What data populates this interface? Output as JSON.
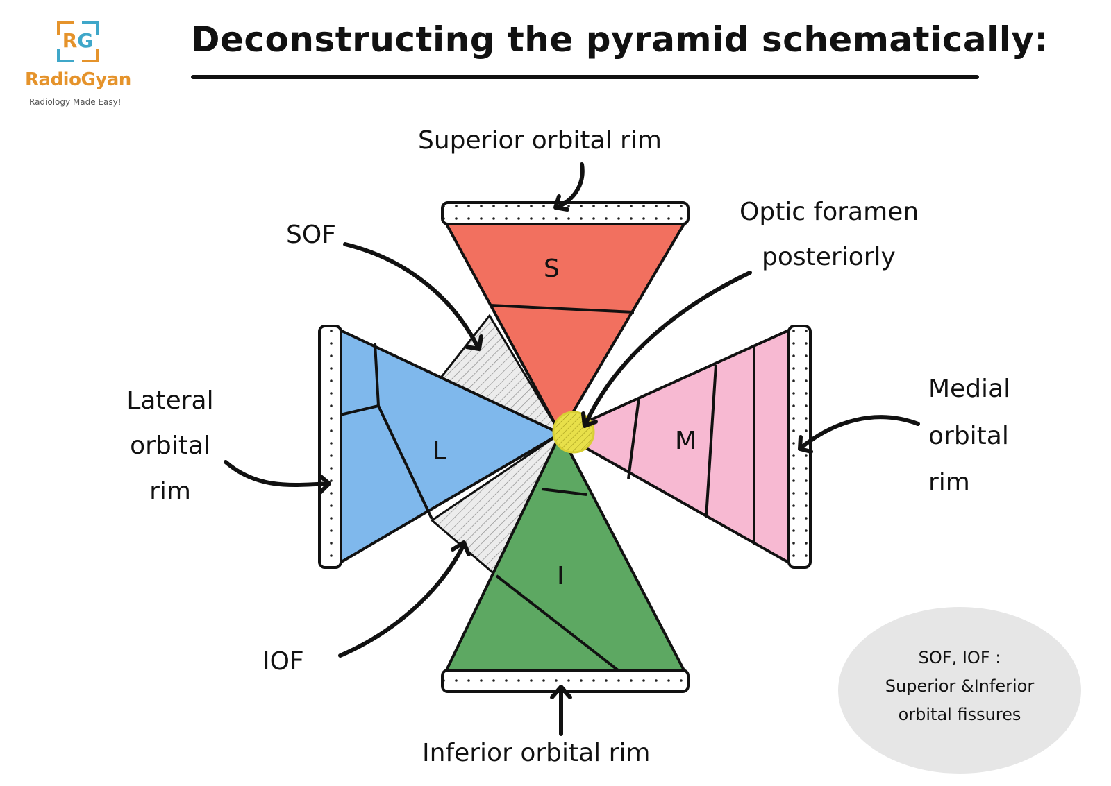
{
  "logo": {
    "mark_r": "R",
    "mark_g": "G",
    "name": "RadioGyan",
    "tagline": "Radiology Made Easy!"
  },
  "title": "Deconstructing the pyramid schematically:",
  "regions": {
    "superior": "S",
    "lateral": "L",
    "medial": "M",
    "inferior": "I"
  },
  "labels": {
    "superior_rim": "Superior orbital rim",
    "inferior_rim": "Inferior orbital rim",
    "sof": "SOF",
    "iof": "IOF",
    "optic_line1": "Optic foramen",
    "optic_line2": "posteriorly",
    "lateral_line1": "Lateral",
    "lateral_line2": "orbital",
    "lateral_line3": "rim",
    "medial_line1": "Medial",
    "medial_line2": "orbital",
    "medial_line3": "rim"
  },
  "note": {
    "line1": "SOF, IOF :",
    "line2": "Superior &Inferior",
    "line3": "orbital fissures"
  },
  "colors": {
    "superior": "#f2705f",
    "lateral": "#7fb8ec",
    "medial": "#f7b9d2",
    "inferior": "#5da862",
    "optic_foramen": "#e8e04a",
    "fissure_hatch": "#e4e4e4",
    "logo_orange": "#e5932b",
    "logo_blue": "#3fa7c9"
  }
}
